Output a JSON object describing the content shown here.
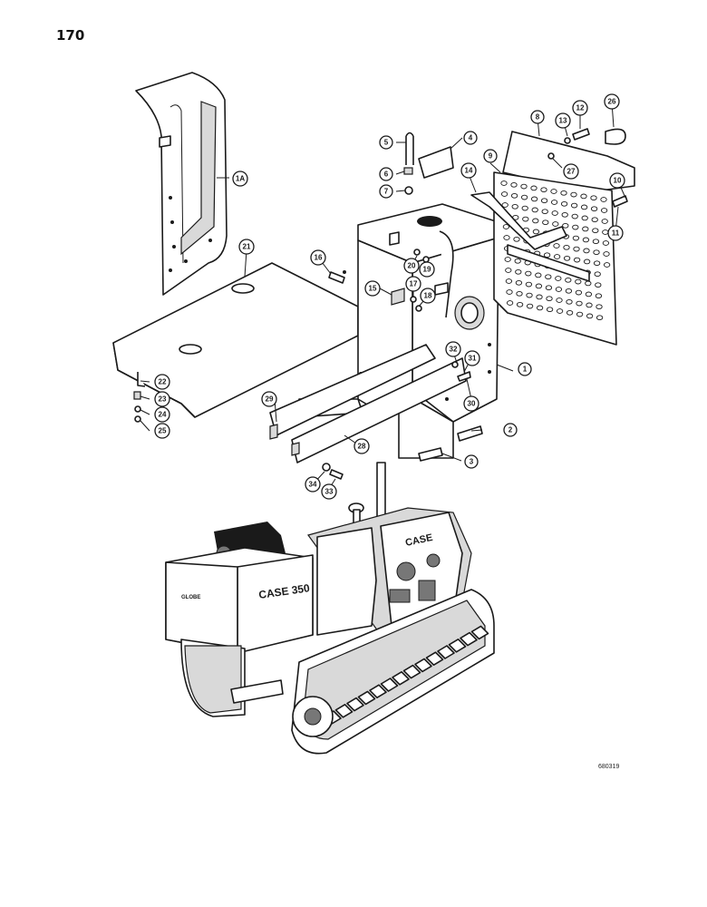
{
  "page": {
    "number": "170",
    "figure_code": "680319"
  },
  "tractor": {
    "hood_brand": "CASE",
    "hood_model": "CASE 350",
    "tank_text": "GLOBE"
  },
  "callouts": [
    {
      "id": "1",
      "label": "1"
    },
    {
      "id": "1a",
      "label": "1A"
    },
    {
      "id": "2",
      "label": "2"
    },
    {
      "id": "3",
      "label": "3"
    },
    {
      "id": "4",
      "label": "4"
    },
    {
      "id": "5",
      "label": "5"
    },
    {
      "id": "6",
      "label": "6"
    },
    {
      "id": "7",
      "label": "7"
    },
    {
      "id": "8",
      "label": "8"
    },
    {
      "id": "9",
      "label": "9"
    },
    {
      "id": "10",
      "label": "10"
    },
    {
      "id": "11",
      "label": "11"
    },
    {
      "id": "12",
      "label": "12"
    },
    {
      "id": "13",
      "label": "13"
    },
    {
      "id": "14",
      "label": "14"
    },
    {
      "id": "15",
      "label": "15"
    },
    {
      "id": "16",
      "label": "16"
    },
    {
      "id": "17",
      "label": "17"
    },
    {
      "id": "18",
      "label": "18"
    },
    {
      "id": "19",
      "label": "19"
    },
    {
      "id": "20",
      "label": "20"
    },
    {
      "id": "21",
      "label": "21"
    },
    {
      "id": "22",
      "label": "22"
    },
    {
      "id": "23",
      "label": "23"
    },
    {
      "id": "24",
      "label": "24"
    },
    {
      "id": "25",
      "label": "25"
    },
    {
      "id": "26",
      "label": "26"
    },
    {
      "id": "27",
      "label": "27"
    },
    {
      "id": "28",
      "label": "28"
    },
    {
      "id": "29",
      "label": "29"
    },
    {
      "id": "30",
      "label": "30"
    },
    {
      "id": "31",
      "label": "31"
    },
    {
      "id": "32",
      "label": "32"
    },
    {
      "id": "33",
      "label": "33"
    },
    {
      "id": "34",
      "label": "34"
    }
  ]
}
